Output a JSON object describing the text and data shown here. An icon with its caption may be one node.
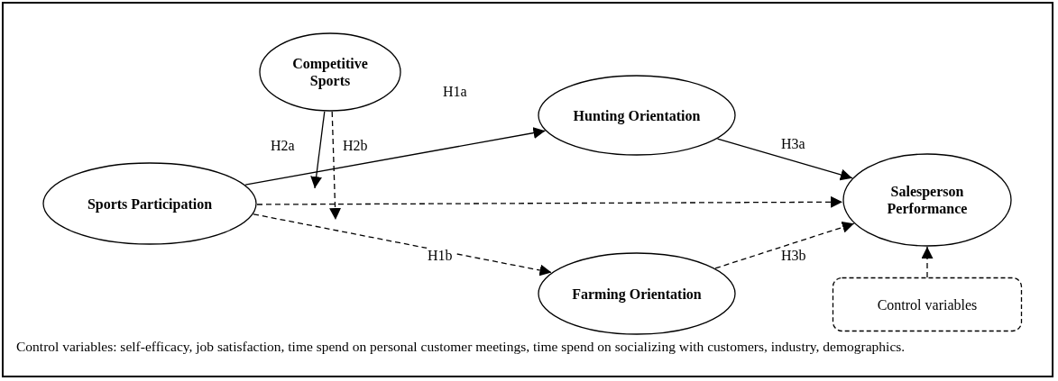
{
  "diagram": {
    "nodes": [
      {
        "text": [
          "Competitive Sports"
        ]
      },
      {
        "text": [
          "Sports Participation"
        ]
      },
      {
        "text": [
          "Hunting Orientation"
        ]
      },
      {
        "text": [
          "Farming Orientation"
        ]
      },
      {
        "text": [
          "Salesperson Performance"
        ]
      },
      {
        "text": [
          "Control variables"
        ]
      }
    ],
    "edges": [
      {
        "from": 1,
        "to": 2,
        "arrow": "to",
        "label": "H1a"
      },
      {
        "from": 1,
        "to": 3,
        "arrow": "to",
        "label": "H1b",
        "style": "dashed"
      },
      {
        "from": 1,
        "to": 4,
        "arrow": "to",
        "style": "dashed"
      },
      {
        "from": 2,
        "to": 4,
        "arrow": "to",
        "label": "H3a"
      },
      {
        "from": 3,
        "to": 4,
        "arrow": "to",
        "label": "H3b",
        "style": "dashed"
      },
      {
        "from": 0,
        "to": null,
        "arrow": "to",
        "label": "H2a"
      },
      {
        "from": 0,
        "to": null,
        "arrow": "to",
        "label": "H2b",
        "style": "dashed"
      },
      {
        "from": 5,
        "to": 4,
        "arrow": "to",
        "style": "dashed"
      }
    ],
    "labels": [
      "Control variables: self-efficacy, job satisfaction, time spend on personal customer meetings, time spend on socializing with customers, industry, demographics."
    ]
  }
}
